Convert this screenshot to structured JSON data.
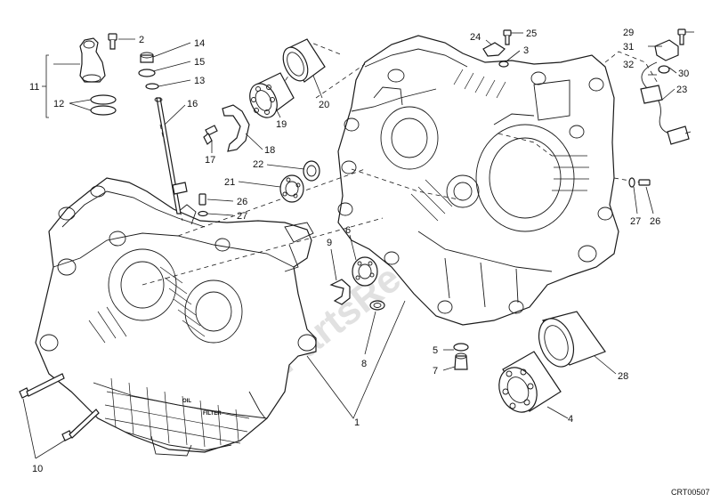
{
  "diagram": {
    "code": "CRT00507",
    "watermark": "PartsRepublik",
    "filter_text": "FILTER",
    "oil_text": "OIL",
    "callouts": {
      "c1": "1",
      "c2": "2",
      "c3": "3",
      "c4": "4",
      "c5": "5",
      "c6": "6",
      "c7": "7",
      "c8": "8",
      "c9": "9",
      "c10": "10",
      "c11": "11",
      "c12": "12",
      "c13": "13",
      "c14": "14",
      "c15": "15",
      "c16": "16",
      "c17": "17",
      "c18": "18",
      "c19": "19",
      "c20": "20",
      "c21": "21",
      "c22": "22",
      "c23": "23",
      "c24": "24",
      "c25": "25",
      "c26a": "26",
      "c26b": "26",
      "c27a": "27",
      "c27b": "27",
      "c28": "28",
      "c29": "29",
      "c30": "30",
      "c31": "31",
      "c32": "32"
    }
  }
}
